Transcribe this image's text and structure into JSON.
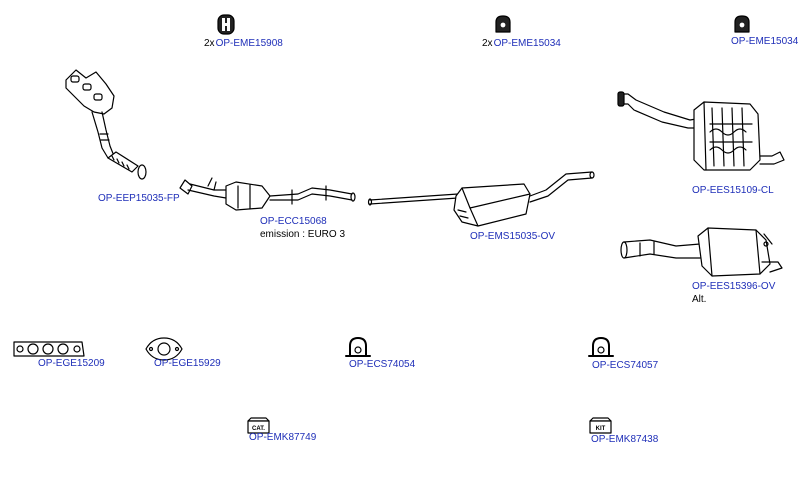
{
  "diagram": {
    "parts": [
      {
        "id": "eme15908",
        "qty": "2x",
        "code": "OP-EME15908",
        "icon": "rubber-hanger-icon"
      },
      {
        "id": "eme15034a",
        "qty": "2x",
        "code": "OP-EME15034",
        "icon": "rubber-mount-icon"
      },
      {
        "id": "eme15034b",
        "qty": "",
        "code": "OP-EME15034",
        "icon": "rubber-mount-icon"
      },
      {
        "id": "eep15035",
        "qty": "",
        "code": "OP-EEP15035-FP",
        "icon": "exhaust-manifold-icon"
      },
      {
        "id": "ecc15068",
        "qty": "",
        "code": "OP-ECC15068",
        "note": "emission : EURO 3",
        "icon": "catalytic-converter-icon"
      },
      {
        "id": "ems15035",
        "qty": "",
        "code": "OP-EMS15035-OV",
        "icon": "middle-silencer-icon"
      },
      {
        "id": "ees15109",
        "qty": "",
        "code": "OP-EES15109-CL",
        "icon": "rear-silencer-icon"
      },
      {
        "id": "ees15396",
        "qty": "",
        "code": "OP-EES15396-OV",
        "note": "Alt.",
        "icon": "rear-silencer-alt-icon"
      },
      {
        "id": "ege15209",
        "qty": "",
        "code": "OP-EGE15209",
        "icon": "manifold-gasket-icon"
      },
      {
        "id": "ege15929",
        "qty": "",
        "code": "OP-EGE15929",
        "icon": "flange-gasket-icon"
      },
      {
        "id": "ecs74054",
        "qty": "",
        "code": "OP-ECS74054",
        "icon": "clamp-icon"
      },
      {
        "id": "ecs74057",
        "qty": "",
        "code": "OP-ECS74057",
        "icon": "clamp-icon"
      },
      {
        "id": "emk87749",
        "qty": "",
        "code": "OP-EMK87749",
        "badge": "CAT.",
        "icon": "mounting-kit-icon"
      },
      {
        "id": "emk87438",
        "qty": "",
        "code": "OP-EMK87438",
        "badge": "KIT",
        "icon": "mounting-kit-icon"
      }
    ]
  },
  "colors": {
    "link": "#1f2fb8",
    "line": "#000000"
  }
}
